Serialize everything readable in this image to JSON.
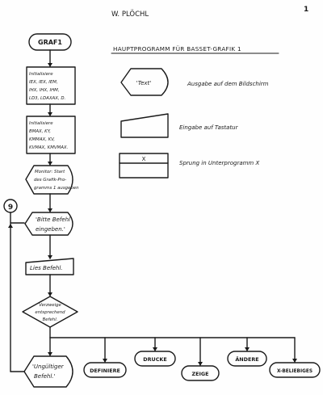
{
  "page_number": "1",
  "author": "W. PLÖCHL",
  "title": "HAUPTPROGRAMM FÜR BASSET-GRAFIK 1",
  "start_terminal": "GRAF1",
  "flow": {
    "init1_lines": [
      "Initialisiere",
      "IEX, IEX, IEM,",
      "IHX, IHX, IHM,",
      "LD3, LDAXAX, D."
    ],
    "init2_lines": [
      "Initialisiere",
      "BMAX, KY,",
      "KMMAX, KV,",
      "KVMAX, KMVMAX."
    ],
    "display_start_lines": [
      "Monitor: Start",
      "des Grafik-Pro-",
      "gramms 1 ausgeben"
    ],
    "connector": "9",
    "display_prompt_lines": [
      "'Bitte Befehl",
      "eingeben.'"
    ],
    "read_command": "Lies Befehl.",
    "decision_lines": [
      "Verzweige",
      "entsprechend",
      "Befehl."
    ],
    "invalid_lines": [
      "'Ungültiger",
      "Befehl.'"
    ],
    "branches": [
      "DEFINIERE",
      "DRUCKE",
      "ZEIGE",
      "ÄNDERE",
      "X-BELIEBIGES"
    ]
  },
  "legend": {
    "display_symbol_text": "'Text'",
    "display_desc": "Ausgabe auf dem Bildschirm",
    "input_desc": "Eingabe auf Tastatur",
    "jump_symbol_text": "X",
    "jump_desc": "Sprung in Unterprogramm X"
  }
}
